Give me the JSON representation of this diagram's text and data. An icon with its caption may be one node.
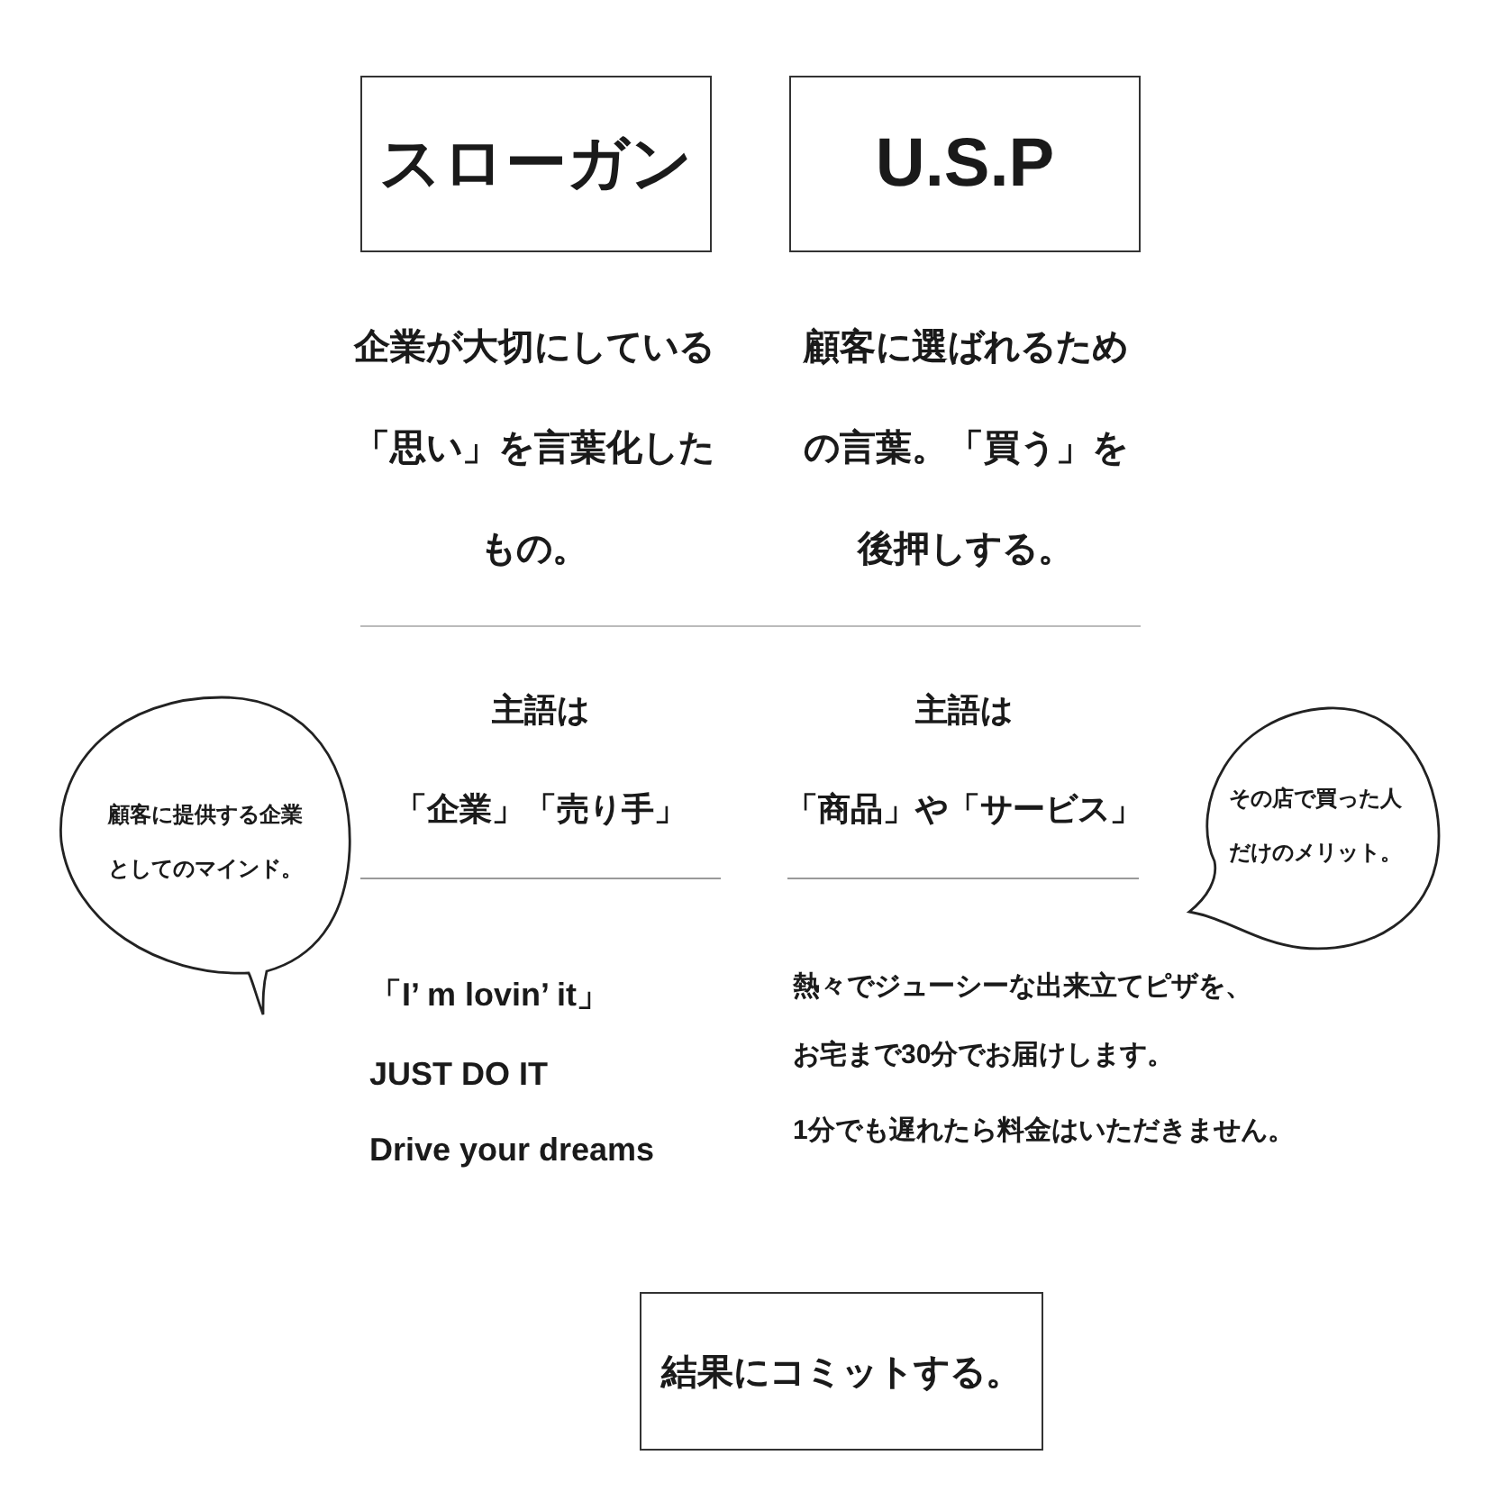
{
  "diagram": {
    "nodes": [
      {
        "text": [
          "スローガン"
        ]
      },
      {
        "text": [
          "U.S.P"
        ]
      },
      {
        "text": [
          "顧客に提供する企業としてのマインド。"
        ]
      },
      {
        "text": [
          "その店で買った人だけのメリット。"
        ]
      },
      {
        "text": [
          "結果にコミットする。"
        ]
      }
    ],
    "labels": [
      "企業が大切にしている「思い」を言葉化したもの。",
      "顧客に選ばれるための言葉。「買う」を後押しする。",
      "主語は",
      "主語は",
      "「企業」「売り手」",
      "「商品」や「サービス」",
      "「I’ m lovin’ it」",
      "熱々でジューシーな出来立てピザを、",
      "お宅まで30分でお届けします。",
      "JUST DO IT",
      "1分でも遅れたら料金はいただきません。",
      "Drive your dreams"
    ]
  }
}
